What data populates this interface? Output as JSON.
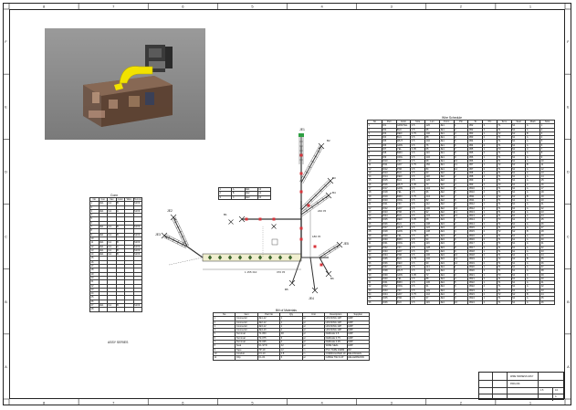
{
  "drawing": {
    "zones_top": [
      "8",
      "7",
      "6",
      "5",
      "4",
      "3",
      "2",
      "1"
    ],
    "zones_side": [
      "F",
      "E",
      "D",
      "C",
      "B",
      "A"
    ]
  },
  "left_table": {
    "caption": "Conn",
    "headers": [
      "No",
      "Con",
      "Cav",
      "Color",
      "Wire",
      "Terminal"
    ],
    "rows": [
      [
        "1",
        "JE1",
        "G1",
        "B",
        "",
        "S1X3"
      ],
      [
        "2",
        "",
        "",
        "",
        "",
        ""
      ],
      [
        "3",
        "JE1",
        "G1",
        "A",
        "",
        "S1X3"
      ],
      [
        "4",
        "",
        "",
        "",
        "",
        ""
      ],
      [
        "5",
        "",
        "",
        "",
        "",
        ""
      ],
      [
        "6",
        "",
        "",
        "",
        "",
        ""
      ],
      [
        "7",
        "JE1",
        "G1",
        "B",
        "",
        "S1X3"
      ],
      [
        "8",
        "",
        "",
        "",
        "",
        ""
      ],
      [
        "9",
        "JE1",
        "G1",
        "B",
        "",
        "S1X3"
      ],
      [
        "10",
        "",
        "",
        "",
        "",
        ""
      ],
      [
        "11",
        "JE1",
        "G1",
        "B",
        "",
        "S1X3"
      ],
      [
        "12",
        "JE1",
        "G1",
        "A",
        "",
        "S1X3"
      ],
      [
        "13",
        "JE1",
        "G1",
        "B",
        "",
        "S1X3"
      ],
      [
        "14",
        "JE1",
        "G1",
        "B",
        "",
        "S1X3"
      ],
      [
        "15",
        "",
        "",
        "",
        "",
        ""
      ],
      [
        "16",
        "",
        "",
        "",
        "",
        ""
      ],
      [
        "17",
        "",
        "",
        "",
        "",
        ""
      ],
      [
        "18",
        "",
        "",
        "",
        "",
        ""
      ],
      [
        "19",
        "",
        "",
        "",
        "",
        ""
      ],
      [
        "20",
        "",
        "",
        "",
        "",
        ""
      ],
      [
        "21",
        "",
        "",
        "",
        "",
        ""
      ],
      [
        "22",
        "",
        "",
        "",
        "",
        ""
      ],
      [
        "23",
        "",
        "",
        "",
        "",
        ""
      ],
      [
        "24",
        "",
        "",
        "",
        "",
        ""
      ],
      [
        "25",
        "",
        "",
        "",
        "",
        ""
      ],
      [
        "26",
        "",
        "",
        "",
        "",
        ""
      ],
      [
        "27",
        "JE1",
        "G1",
        "B",
        "",
        "S1X3"
      ],
      [
        "28",
        "",
        "",
        "",
        "",
        ""
      ]
    ],
    "footer": "ASSY SERIES"
  },
  "right_table": {
    "caption": "Wire Schedule",
    "headers": [
      "No",
      "Part",
      "Color",
      "Size",
      "Len",
      "From",
      "Pin",
      "To",
      "Pin",
      "Term",
      "Seal",
      "Mark",
      "Note"
    ],
    "rows": [
      [
        "1",
        "W1",
        "GRN/YEL",
        "0.5",
        "120",
        "JE1",
        "1",
        "JB2",
        "3",
        "T1",
        "S1",
        "A",
        "1"
      ],
      [
        "2",
        "W2",
        "BLK",
        "0.5",
        "95",
        "JE1",
        "2",
        "JB2",
        "4",
        "T1",
        "S1",
        "A",
        "2"
      ],
      [
        "3",
        "W3",
        "RED",
        "0.75",
        "140",
        "JE1",
        "3",
        "JB3",
        "1",
        "T2",
        "S2",
        "B",
        "3"
      ],
      [
        "4",
        "W4",
        "BLU",
        "0.5",
        "88",
        "JE1",
        "4",
        "JB3",
        "2",
        "T1",
        "S1",
        "A",
        "4"
      ],
      [
        "5",
        "W5",
        "WHT",
        "0.5",
        "102",
        "JE1",
        "5",
        "JB4",
        "1",
        "T1",
        "S1",
        "A",
        "5"
      ],
      [
        "6",
        "W6",
        "GRN",
        "0.5",
        "76",
        "JE1",
        "6",
        "JB4",
        "2",
        "T1",
        "S1",
        "A",
        "6"
      ],
      [
        "7",
        "W7",
        "YEL",
        "0.35",
        "65",
        "JE1",
        "7",
        "JB5",
        "1",
        "T3",
        "S1",
        "C",
        "7"
      ],
      [
        "8",
        "W8",
        "BRN",
        "0.5",
        "110",
        "JE1",
        "8",
        "JB5",
        "2",
        "T1",
        "S1",
        "A",
        "8"
      ],
      [
        "9",
        "W9",
        "ORG",
        "0.5",
        "132",
        "JE1",
        "9",
        "JB6",
        "1",
        "T1",
        "S1",
        "A",
        "9"
      ],
      [
        "10",
        "W10",
        "VIO",
        "0.5",
        "98",
        "JE1",
        "10",
        "JB6",
        "2",
        "T1",
        "S1",
        "A",
        "10"
      ],
      [
        "11",
        "W11",
        "GRY",
        "0.75",
        "150",
        "JE1",
        "11",
        "JB7",
        "1",
        "T2",
        "S2",
        "B",
        "11"
      ],
      [
        "12",
        "W12",
        "PNK",
        "0.5",
        "84",
        "JE1",
        "12",
        "JB7",
        "2",
        "T1",
        "S1",
        "A",
        "12"
      ],
      [
        "13",
        "W13",
        "BLK",
        "0.5",
        "90",
        "JE2",
        "1",
        "JB8",
        "1",
        "T1",
        "S1",
        "A",
        "13"
      ],
      [
        "14",
        "W14",
        "RED",
        "0.5",
        "118",
        "JE2",
        "2",
        "JB8",
        "2",
        "T1",
        "S1",
        "A",
        "14"
      ],
      [
        "15",
        "W15",
        "BLU",
        "0.5",
        "126",
        "JE2",
        "3",
        "JB9",
        "1",
        "T1",
        "S1",
        "A",
        "15"
      ],
      [
        "16",
        "W16",
        "WHT",
        "0.35",
        "70",
        "JE2",
        "4",
        "JB9",
        "2",
        "T3",
        "S1",
        "C",
        "16"
      ],
      [
        "17",
        "W17",
        "GRN",
        "0.5",
        "104",
        "JE2",
        "5",
        "JB10",
        "1",
        "T1",
        "S1",
        "A",
        "17"
      ],
      [
        "18",
        "W18",
        "YEL",
        "0.5",
        "96",
        "JE2",
        "6",
        "JB10",
        "2",
        "T1",
        "S1",
        "A",
        "18"
      ],
      [
        "19",
        "W19",
        "BRN",
        "0.75",
        "144",
        "JE2",
        "7",
        "JB11",
        "1",
        "T2",
        "S2",
        "B",
        "19"
      ],
      [
        "20",
        "W20",
        "ORG",
        "0.5",
        "82",
        "JE2",
        "8",
        "JB11",
        "2",
        "T1",
        "S1",
        "A",
        "20"
      ],
      [
        "21",
        "W21",
        "VIO",
        "0.5",
        "112",
        "JE2",
        "9",
        "JB12",
        "1",
        "T1",
        "S1",
        "A",
        "21"
      ],
      [
        "22",
        "W22",
        "GRY",
        "0.5",
        "100",
        "JE2",
        "10",
        "JB12",
        "2",
        "T1",
        "S1",
        "A",
        "22"
      ],
      [
        "23",
        "W23",
        "PNK",
        "0.5",
        "92",
        "JE2",
        "11",
        "JB13",
        "1",
        "T1",
        "S1",
        "A",
        "23"
      ],
      [
        "24",
        "W24",
        "BLK",
        "0.5",
        "134",
        "JE2",
        "12",
        "JB13",
        "2",
        "T1",
        "S1",
        "A",
        "24"
      ],
      [
        "25",
        "W25",
        "RED",
        "0.35",
        "68",
        "JE3",
        "1",
        "JB14",
        "1",
        "T3",
        "S1",
        "C",
        "25"
      ],
      [
        "26",
        "W26",
        "BLU",
        "0.5",
        "108",
        "JE3",
        "2",
        "JB14",
        "2",
        "T1",
        "S1",
        "A",
        "26"
      ],
      [
        "27",
        "W27",
        "WHT",
        "0.5",
        "122",
        "JE3",
        "3",
        "JB15",
        "1",
        "T1",
        "S1",
        "A",
        "27"
      ],
      [
        "28",
        "W28",
        "GRN",
        "0.75",
        "138",
        "JE3",
        "4",
        "JB15",
        "2",
        "T2",
        "S2",
        "B",
        "28"
      ],
      [
        "29",
        "W29",
        "YEL",
        "0.5",
        "86",
        "JE3",
        "5",
        "JB16",
        "1",
        "T1",
        "S1",
        "A",
        "29"
      ],
      [
        "30",
        "W30",
        "BRN",
        "0.5",
        "94",
        "JE3",
        "6",
        "JB16",
        "2",
        "T1",
        "S1",
        "A",
        "30"
      ],
      [
        "31",
        "W31",
        "ORG",
        "0.5",
        "116",
        "JE3",
        "7",
        "JB17",
        "1",
        "T1",
        "S1",
        "A",
        "31"
      ],
      [
        "32",
        "W32",
        "VIO",
        "0.5",
        "128",
        "JE3",
        "8",
        "JB17",
        "2",
        "T1",
        "S1",
        "A",
        "32"
      ],
      [
        "33",
        "W33",
        "GRY",
        "0.5",
        "80",
        "JE3",
        "9",
        "JB18",
        "1",
        "T1",
        "S1",
        "A",
        "33"
      ],
      [
        "34",
        "W34",
        "PNK",
        "0.5",
        "106",
        "JE3",
        "10",
        "JB18",
        "2",
        "T1",
        "S1",
        "A",
        "34"
      ],
      [
        "35",
        "W35",
        "BLK",
        "0.75",
        "146",
        "JE3",
        "11",
        "JB19",
        "1",
        "T2",
        "S2",
        "B",
        "35"
      ],
      [
        "36",
        "W36",
        "RED",
        "0.5",
        "99",
        "JE3",
        "12",
        "JB19",
        "2",
        "T1",
        "S1",
        "A",
        "36"
      ],
      [
        "37",
        "W37",
        "BLU",
        "0.5",
        "114",
        "JE4",
        "1",
        "JB20",
        "1",
        "T1",
        "S1",
        "A",
        "37"
      ],
      [
        "38",
        "W38",
        "WHT",
        "0.5",
        "124",
        "JE4",
        "2",
        "JB20",
        "2",
        "T1",
        "S1",
        "A",
        "38"
      ],
      [
        "39",
        "W39",
        "GRN",
        "0.35",
        "72",
        "JE4",
        "3",
        "JB21",
        "1",
        "T3",
        "S1",
        "C",
        "39"
      ],
      [
        "40",
        "W40",
        "YEL",
        "0.5",
        "88",
        "JE4",
        "4",
        "JB21",
        "2",
        "T1",
        "S1",
        "A",
        "40"
      ],
      [
        "41",
        "W41",
        "BRN",
        "0.5",
        "136",
        "JE4",
        "5",
        "JB22",
        "1",
        "T1",
        "S1",
        "A",
        "41"
      ],
      [
        "42",
        "W42",
        "ORG",
        "0.5",
        "91",
        "JE4",
        "6",
        "JB22",
        "2",
        "T1",
        "S1",
        "A",
        "42"
      ],
      [
        "43",
        "W43",
        "VIO",
        "0.5",
        "103",
        "JE4",
        "7",
        "JB23",
        "1",
        "T1",
        "S1",
        "A",
        "43"
      ],
      [
        "44",
        "W44",
        "GRY",
        "0.75",
        "142",
        "JE4",
        "8",
        "JB23",
        "2",
        "T2",
        "S2",
        "B",
        "44"
      ],
      [
        "45",
        "W45",
        "PNK",
        "0.5",
        "97",
        "JE4",
        "9",
        "JB24",
        "1",
        "T1",
        "S1",
        "A",
        "45"
      ],
      [
        "46",
        "W46",
        "BLK",
        "0.5",
        "119",
        "JE4",
        "10",
        "JB24",
        "2",
        "T1",
        "S1",
        "A",
        "46"
      ]
    ]
  },
  "bom_table": {
    "caption": "Bill of Materials",
    "headers": [
      "No",
      "Item",
      "Part No",
      "Qty",
      "Unit",
      "Description",
      "Supplier"
    ],
    "rows": [
      [
        "1",
        "Connector",
        "JE1-12",
        "1",
        "pc",
        "HOUSING 12P",
        "AMP"
      ],
      [
        "2",
        "Connector",
        "JE2-12",
        "1",
        "pc",
        "HOUSING 12P",
        "AMP"
      ],
      [
        "3",
        "Connector",
        "JE3-12",
        "1",
        "pc",
        "HOUSING 12P",
        "AMP"
      ],
      [
        "4",
        "Connector",
        "JE4-10",
        "1",
        "pc",
        "HOUSING 10P",
        "AMP"
      ],
      [
        "5",
        "Terminal",
        "T1-050",
        "38",
        "pc",
        "FEMALE 0.5",
        "AMP"
      ],
      [
        "6",
        "Terminal",
        "T2-075",
        "6",
        "pc",
        "FEMALE 0.75",
        "AMP"
      ],
      [
        "7",
        "Terminal",
        "T3-035",
        "4",
        "pc",
        "FEMALE 0.35",
        "AMP"
      ],
      [
        "8",
        "Seal",
        "S1-STD",
        "42",
        "pc",
        "WIRE SEAL",
        "AMP"
      ],
      [
        "9",
        "Tape",
        "TP-19",
        "12",
        "m",
        "PVC TAPE 19MM",
        "3M"
      ],
      [
        "10",
        "Conduit",
        "CV-10",
        "0.8",
        "m",
        "CORRUGATED 10",
        "DELFINGEN"
      ],
      [
        "11",
        "Clip",
        "CL-01",
        "6",
        "pc",
        "CABLE TIE CLIP",
        "HELLERMANN"
      ]
    ]
  },
  "mini_table": {
    "rows": [
      [
        "1",
        "A",
        "JE1",
        "12"
      ],
      [
        "2",
        "B",
        "JE2",
        "12"
      ],
      [
        "3",
        "C",
        "JE3",
        "10"
      ]
    ]
  },
  "labels": {
    "j1": "JE1",
    "j2": "JE2",
    "j3": "JE3",
    "j4": "JE4",
    "j5": "JE5",
    "b1": "B1",
    "b2": "B2",
    "b3": "B3",
    "b4": "B4",
    "b5": "B5",
    "b6": "B6",
    "dim1": "1 155 ±10",
    "dim2": "370 ±5",
    "dim3": "180 ±5",
    "dim4": "240 ±5"
  },
  "title_block": {
    "title": "WIRE HARNESS ASSY",
    "drawing_no": "DWG-001",
    "sheet": "1/1",
    "scale": "1:5",
    "rev": "A"
  },
  "colors": {
    "render_bg": "#8e8e8e",
    "harness_yellow": "#f2e200",
    "bundle_tape": "#f0efcf",
    "marker_red": "#d8333a",
    "marker_green": "#2ea043"
  }
}
